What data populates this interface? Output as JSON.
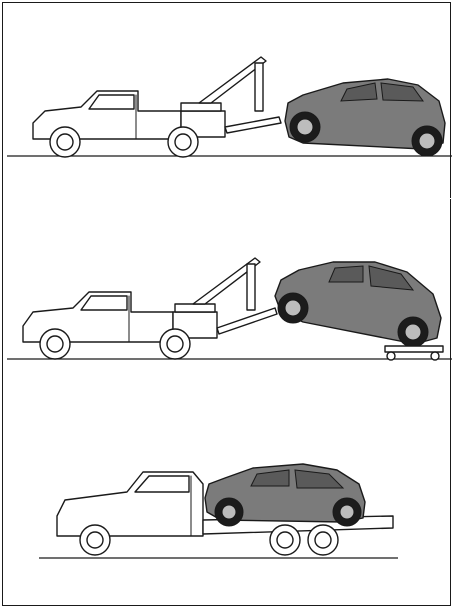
{
  "figure": {
    "panels": [
      {
        "id": "wheel-lift-tow"
      },
      {
        "id": "wheel-lift-tow-with-dollies"
      },
      {
        "id": "flatbed-tow"
      }
    ]
  },
  "colors": {
    "line": "#1a1a1a",
    "vehicle_fill": "#7b7b7b",
    "truck_fill": "#ffffff",
    "background": "#ffffff"
  }
}
